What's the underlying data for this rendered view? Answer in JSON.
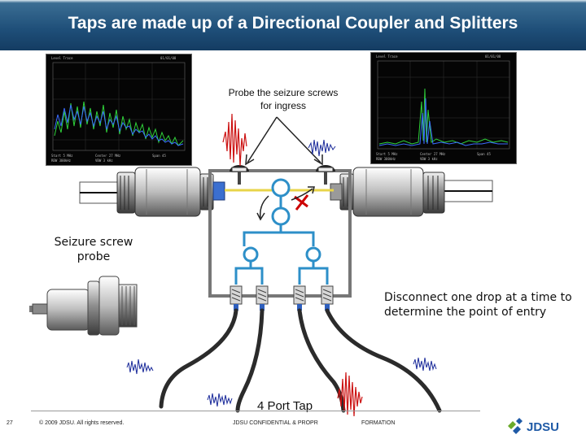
{
  "title": "Taps are made up of a Directional Coupler and Splitters",
  "labels": {
    "probe_note": "Probe the seizure screws for ingress",
    "screw_probe": "Seizure screw probe",
    "disconnect_note": "Disconnect one drop at a time to determine the point of entry",
    "tap": "4 Port Tap"
  },
  "footer": {
    "page_number": "27",
    "copyright": "© 2009 JDSU. All rights reserved.",
    "confidential": "JDSU CONFIDENTIAL & PROPR",
    "confidential_tail": "FORMATION",
    "logo_text": "JDSU"
  },
  "colors": {
    "title_bar": "#1e4e78",
    "coupler": "#2d8fc8",
    "ingress_mark": "#cc0000",
    "noise_red": "#cc1111",
    "noise_blue": "#1a2a9a",
    "logo_green": "#6aaa2a",
    "logo_blue": "#1f5aa6"
  }
}
